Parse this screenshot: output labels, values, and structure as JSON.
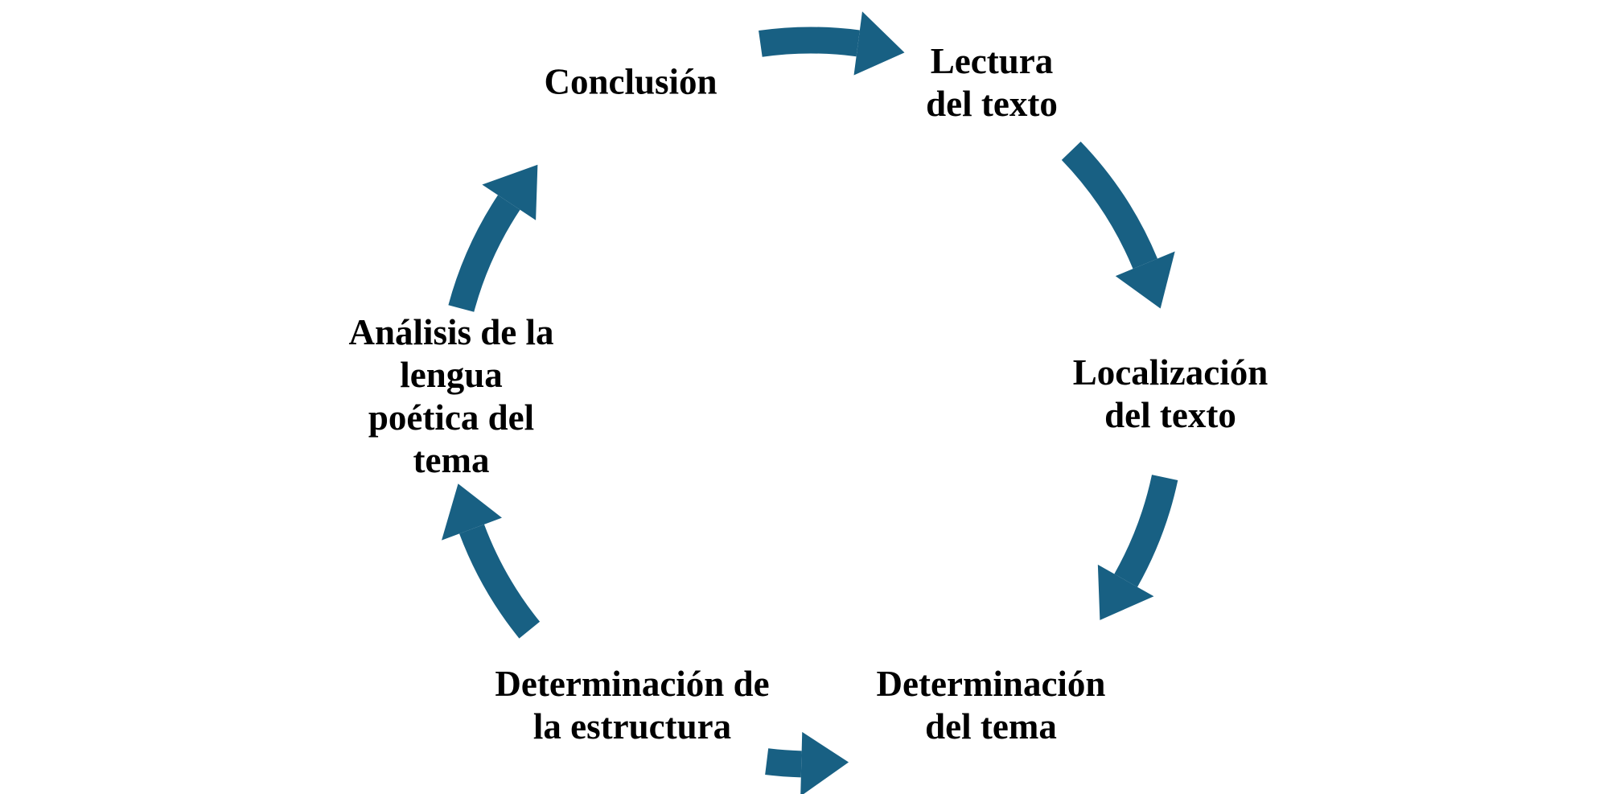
{
  "colors": {
    "arrow": "#186083",
    "text": "#000000",
    "background": "#ffffff"
  },
  "steps": [
    {
      "id": "lectura",
      "lines": [
        "Lectura",
        "del texto"
      ]
    },
    {
      "id": "localizacion",
      "lines": [
        "Localización",
        "del texto"
      ]
    },
    {
      "id": "tema",
      "lines": [
        "Determinación",
        "del tema"
      ]
    },
    {
      "id": "estructura",
      "lines": [
        "Determinación de",
        "la estructura"
      ]
    },
    {
      "id": "analisis",
      "lines": [
        "Análisis de la",
        "lengua",
        "poética del",
        "tema"
      ]
    },
    {
      "id": "conclusion",
      "lines": [
        "Conclusión"
      ]
    }
  ]
}
